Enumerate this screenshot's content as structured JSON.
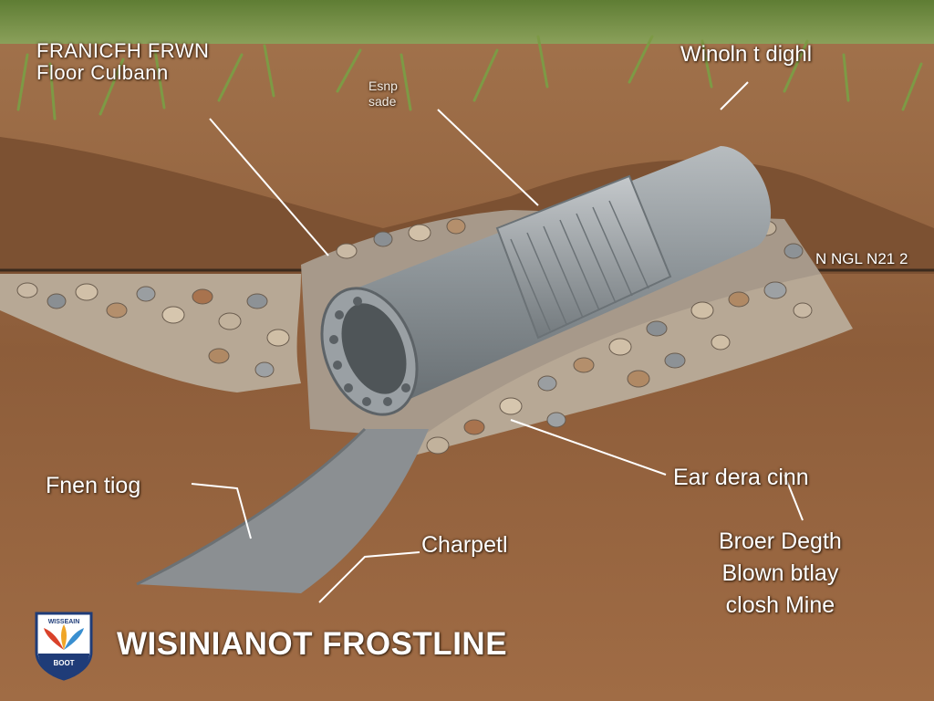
{
  "labels": {
    "title_line1": "FRANICFH FRWN",
    "title_line2": "Floor Culbann",
    "top_right": "Winoln t dighl",
    "small_line1": "Esnp",
    "small_line2": "sade",
    "marker": "N   NGL N21 2",
    "left": "Fnen tiog",
    "right_mid": "Ear dera cinn",
    "bottom_mid": "Charpetl",
    "right_line1": "Broer Degth",
    "right_line2": "Blown btlay",
    "right_line3": "closh Mine",
    "banner": "WISINIANOT FROSTLINE"
  },
  "logo": {
    "top_text": "WISSEAIN",
    "bottom_text": "BOOT"
  },
  "colors": {
    "soil": "#9b6a45",
    "soil_dark": "#6e4427",
    "grass": "#6f8b3c",
    "pipe": "#8f969a",
    "gravel": "#b7a895",
    "liner": "#8b8f92",
    "label_text": "#ffffff",
    "logo_blue": "#1f3c78"
  }
}
